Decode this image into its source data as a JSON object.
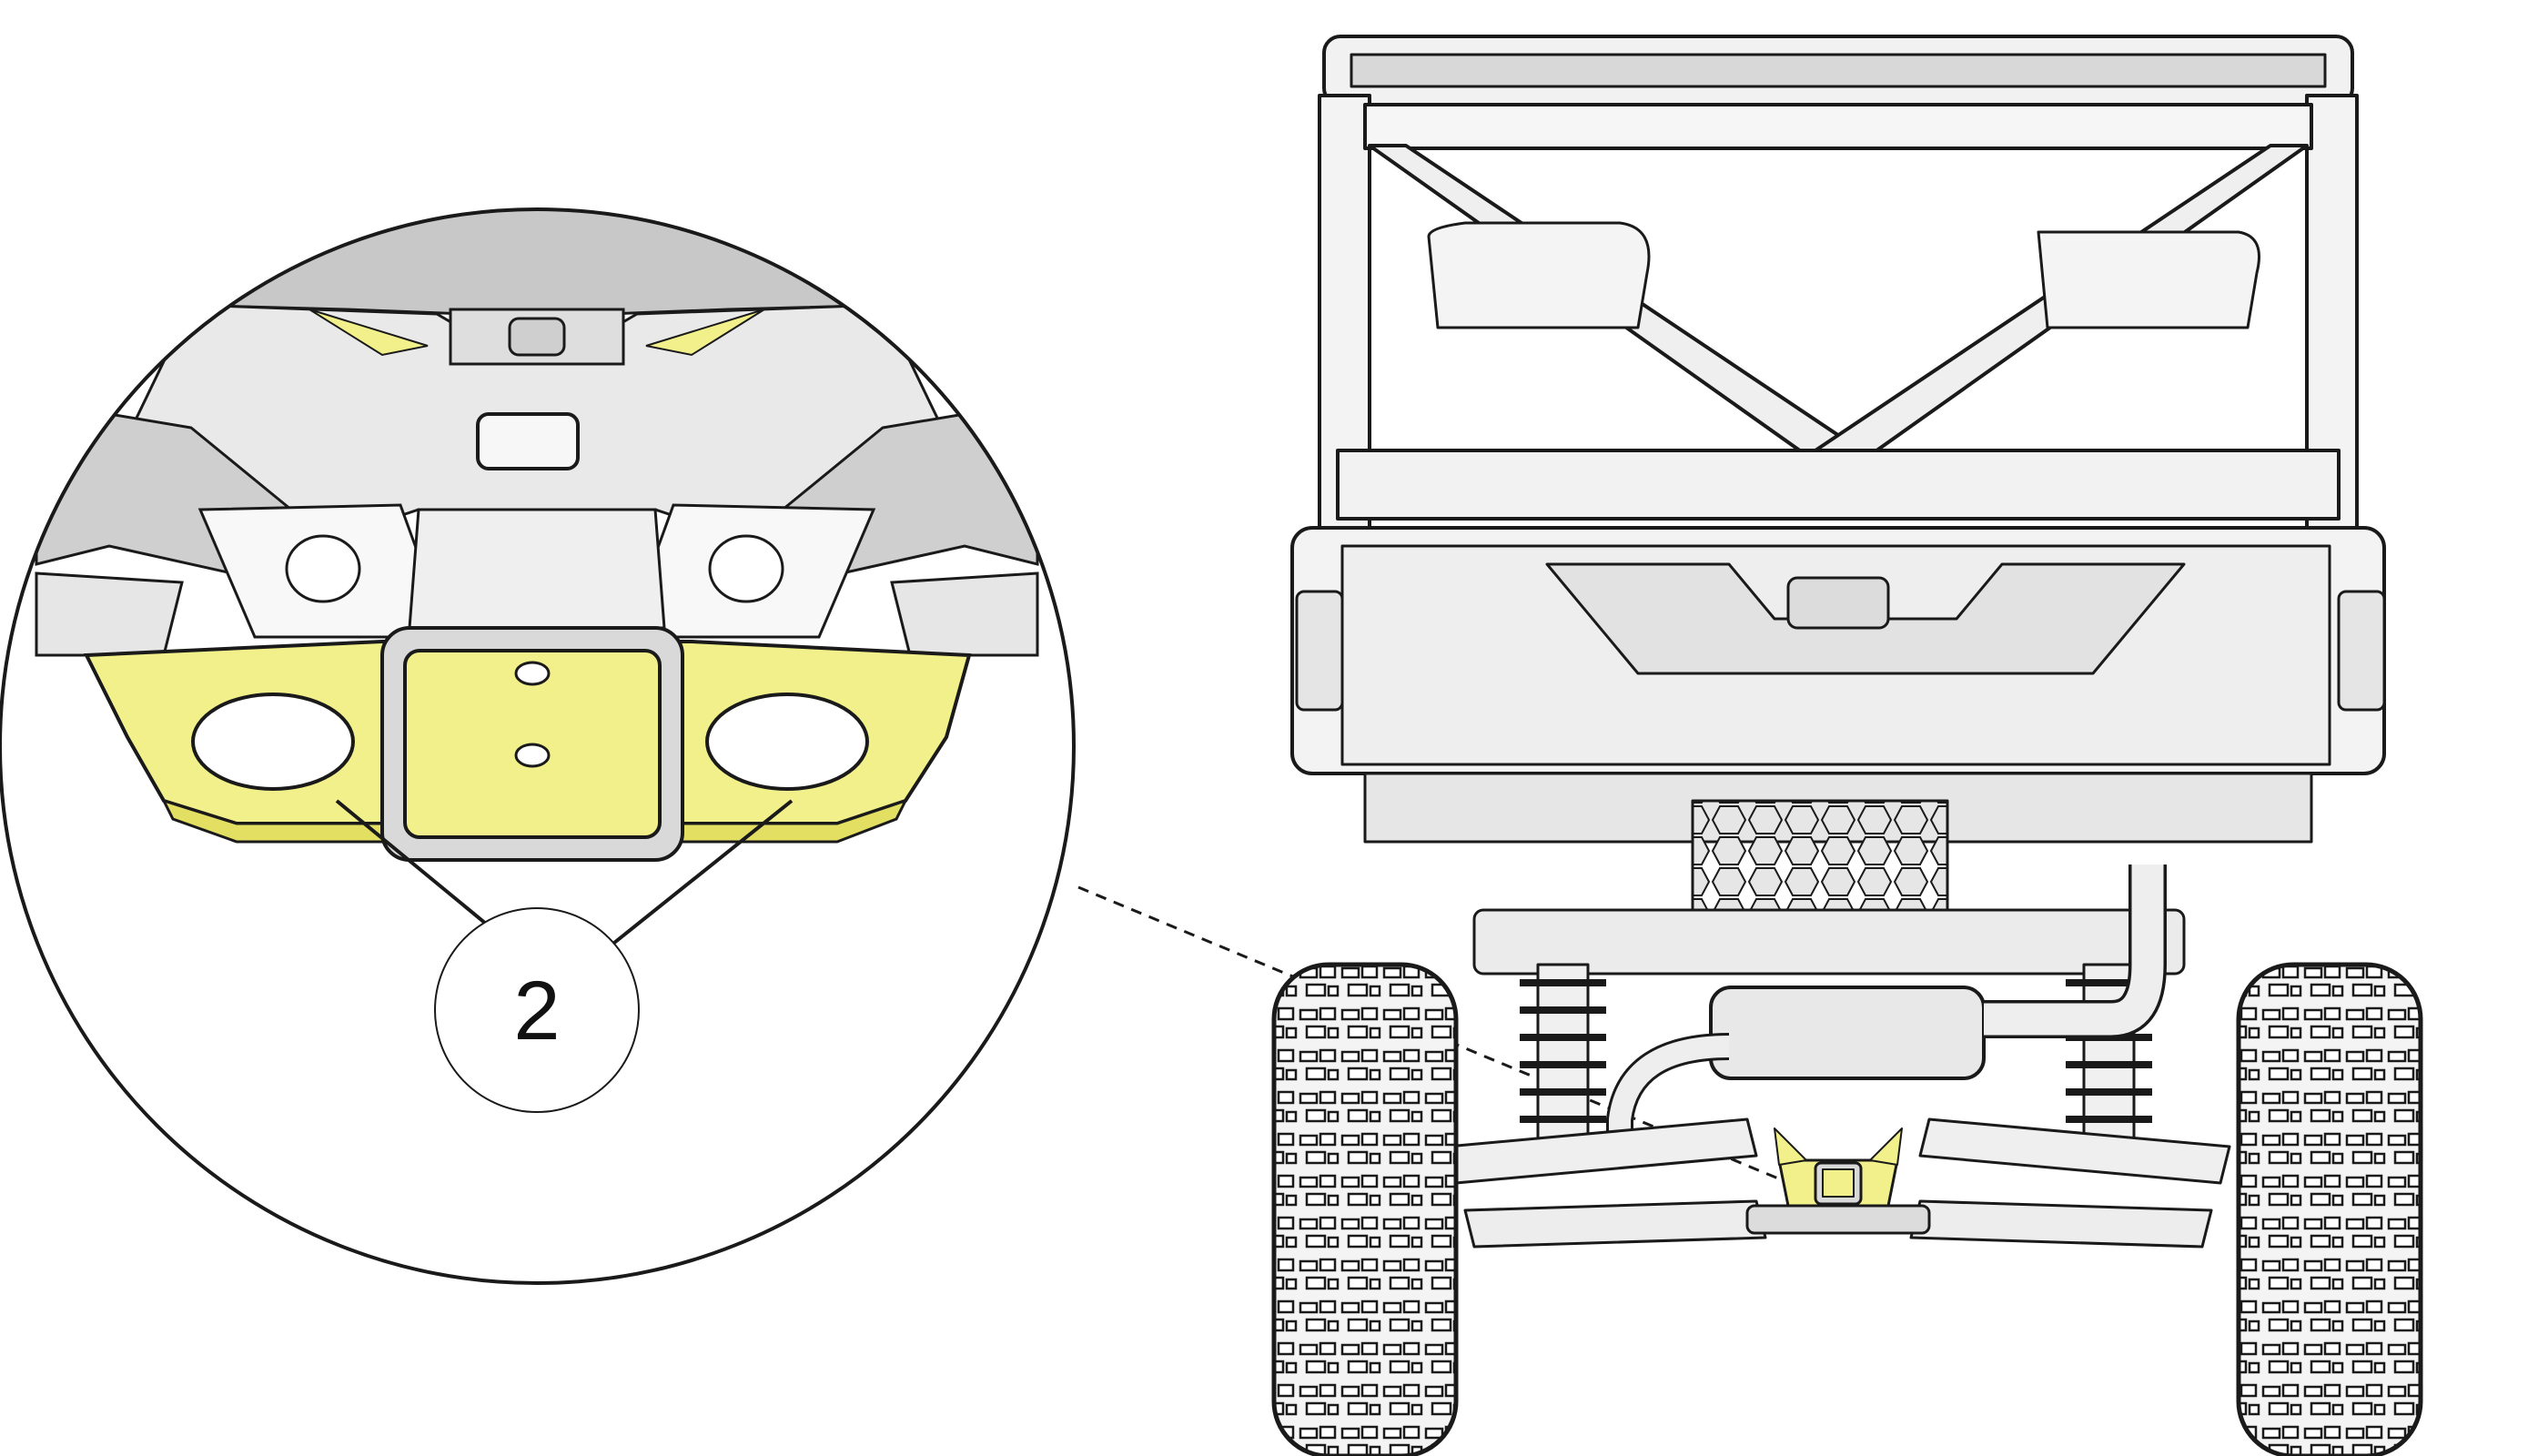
{
  "callout": {
    "number": "2"
  },
  "colors": {
    "highlight": "#f2f08a",
    "highlight_edge": "#d9d55a",
    "line": "#1a1a1a",
    "part_fill": "#ececec",
    "part_shade": "#d2d2d2",
    "tire": "#f4f4f4",
    "background": "#ffffff"
  },
  "icons": {
    "zoom": "magnified-detail-circle",
    "vehicle": "utv-rear-view",
    "highlighted_part": "hitch-bracket"
  }
}
